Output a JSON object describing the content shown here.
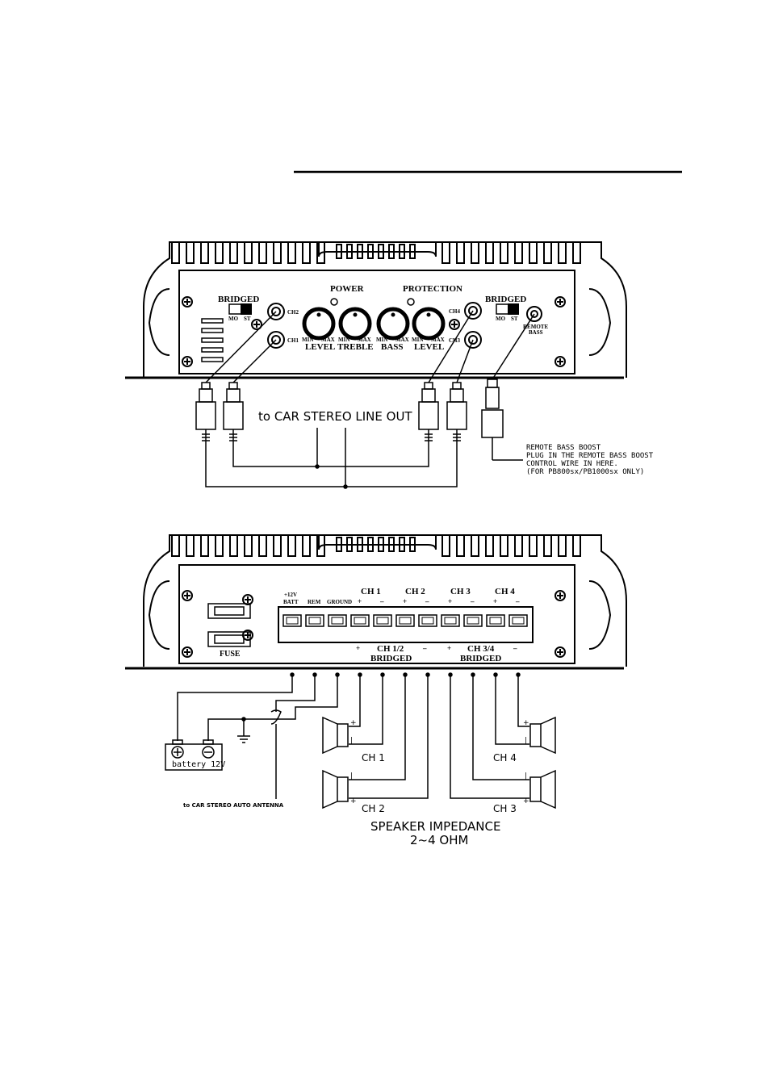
{
  "top_panel": {
    "bridged_left": "BRIDGED",
    "bridged_right": "BRIDGED",
    "switch_mo": "MO",
    "switch_st": "ST",
    "power": "POWER",
    "protection": "PROTECTION",
    "ch1": "CH1",
    "ch2": "CH2",
    "ch3": "CH3",
    "ch4": "CH4",
    "min": "MIN",
    "max": "MAX",
    "knobs": [
      "LEVEL",
      "TREBLE",
      "BASS",
      "LEVEL"
    ],
    "remote_bass_line1": "REMOTE",
    "remote_bass_line2": "BASS",
    "line_out_label": "to CAR STEREO LINE OUT",
    "remote_note": [
      "REMOTE BASS BOOST",
      "PLUG IN THE REMOTE BASS BOOST",
      "CONTROL WIRE IN HERE.",
      "(FOR PB800sx/PB1000sx ONLY)"
    ]
  },
  "bottom_panel": {
    "batt_line1": "+12V",
    "batt_line2": "BATT",
    "rem": "REM",
    "ground": "GROUND",
    "ch_headers": [
      "CH 1",
      "CH 2",
      "CH 3",
      "CH 4"
    ],
    "plus": "+",
    "minus": "–",
    "fuse": "FUSE",
    "bridged_12_line1": "CH 1/2",
    "bridged_34_line1": "CH 3/4",
    "bridged_line2": "BRIDGED",
    "battery_label": "battery 12V",
    "antenna_label": "to CAR STEREO AUTO ANTENNA",
    "speaker_labels": [
      "CH 1",
      "CH 2",
      "CH 4",
      "CH 3"
    ],
    "impedance_line1": "SPEAKER IMPEDANCE",
    "impedance_line2": "2~4 OHM"
  }
}
